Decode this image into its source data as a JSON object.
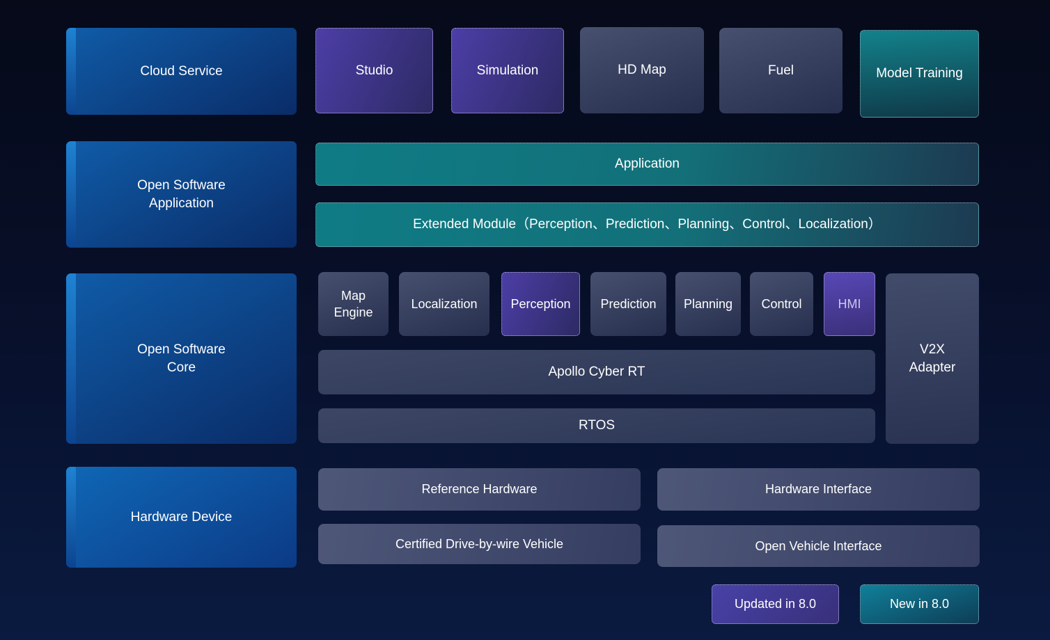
{
  "rows": {
    "cloud": {
      "label": "Cloud Service",
      "studio": "Studio",
      "simulation": "Simulation",
      "hd_map": "HD Map",
      "fuel": "Fuel",
      "model_training": "Model Training"
    },
    "application": {
      "label": "Open Software\nApplication",
      "application": "Application",
      "extended": "Extended Module（Perception、Prediction、Planning、Control、Localization）"
    },
    "core": {
      "label": "Open Software\nCore",
      "map_engine": "Map\nEngine",
      "localization": "Localization",
      "perception": "Perception",
      "prediction": "Prediction",
      "planning": "Planning",
      "control": "Control",
      "hmi": "HMI",
      "v2x_adapter": "V2X\nAdapter",
      "cyber_rt": "Apollo Cyber RT",
      "rtos": "RTOS"
    },
    "hardware": {
      "label": "Hardware Device",
      "reference_hardware": "Reference Hardware",
      "hardware_interface": "Hardware Interface",
      "certified_vehicle": "Certified Drive-by-wire Vehicle",
      "open_vehicle_interface": "Open Vehicle Interface"
    }
  },
  "legend": {
    "updated": "Updated in 8.0",
    "new_in": "New in 8.0"
  },
  "colors": {
    "background_top": "#060a19",
    "background_bottom": "#0a1a40",
    "label_block_blue": "#0f5ca8",
    "accent_stripe_blue": "#1f83d2",
    "slate_box": "#47516f",
    "purple_updated": "#4c3ea6",
    "teal_new": "#0f7c85",
    "hmi_text": "#cdc5f0"
  }
}
